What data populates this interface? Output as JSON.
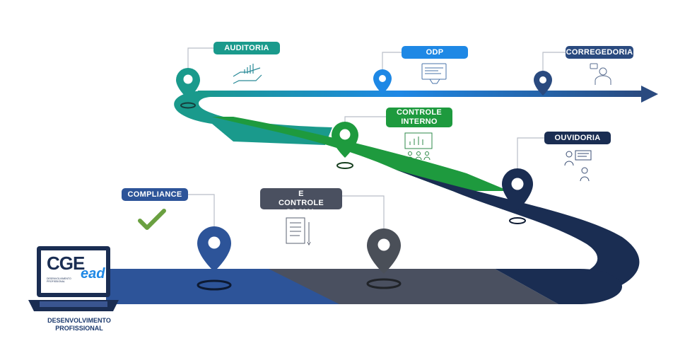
{
  "stations": {
    "auditoria": {
      "label": "AUDITORIA",
      "color": "#1a9a8c"
    },
    "odp": {
      "label": "ODP",
      "color": "#1e88e5"
    },
    "corregedoria": {
      "label": "CORREGEDORIA",
      "color": "#2a4a7f"
    },
    "controle_interno": {
      "label": "CONTROLE\nINTERNO",
      "color": "#1e9a3e"
    },
    "ouvidoria": {
      "label": "OUVIDORIA",
      "color": "#1a2d52"
    },
    "compliance": {
      "label": "COMPLIANCE",
      "color": "#2d5499"
    },
    "transparencia": {
      "label": "TRANSPARÊNCIA E\nCONTROLE SOCIAL",
      "color": "#4a5060"
    }
  },
  "logo": {
    "brand": "CGE",
    "sub": "ead",
    "tagline": "DESENVOLVIMENTO PROFISSIONAL",
    "caption": "DESENVOLVIMENTO\nPROFISSIONAL"
  },
  "icons": {
    "auditoria": "hand-growth-chart-icon",
    "odp": "monitor-document-icon",
    "corregedoria": "officer-person-icon",
    "controle_interno": "presentation-audience-icon",
    "ouvidoria": "people-conversation-icon",
    "compliance": "checkmark-icon",
    "transparencia": "checklist-pencil-icon"
  }
}
